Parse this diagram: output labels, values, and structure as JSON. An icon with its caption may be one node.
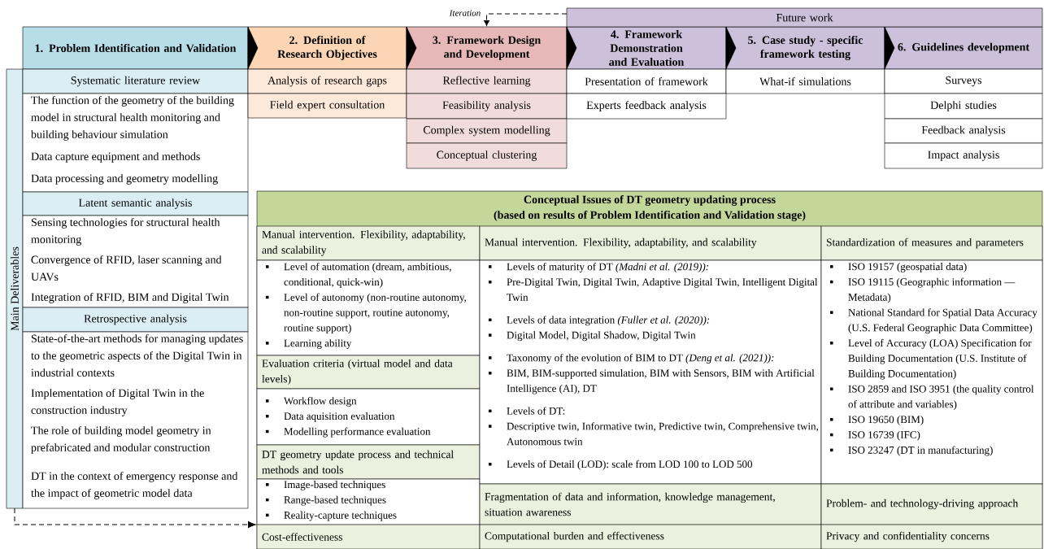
{
  "diagram": {
    "nodes": [
      {
        "text": [
          "1. Problem Identification and Validation"
        ]
      },
      {
        "text": [
          "2. Definition of Research Objectives"
        ]
      },
      {
        "text": [
          "3. Framework Design and Development"
        ]
      },
      {
        "text": [
          "4. Framework Demonstration and Evaluation"
        ]
      },
      {
        "text": [
          "5. Case study - specific framework testing"
        ]
      },
      {
        "text": [
          "6. Guidelines development"
        ]
      },
      {
        "text": [
          "Future work"
        ]
      },
      {
        "text": [
          "Main Deliverables"
        ]
      },
      {
        "text": [
          "Systematic literature review"
        ]
      },
      {
        "text": [
          "The function of the geometry of the building model in structural health monitoring and building behaviour simulation",
          "Data capture equipment and methods",
          "Data processing and geometry modelling"
        ]
      },
      {
        "text": [
          "Latent semantic analysis"
        ]
      },
      {
        "text": [
          "Sensing technologies for structural health monitoring",
          "Convergence of RFID, laser scanning and UAVs",
          "Integration of RFID, BIM and Digital Twin"
        ]
      },
      {
        "text": [
          "Retrospective analysis"
        ]
      },
      {
        "text": [
          "State-of-the-art methods for managing updates to the geometric aspects of the Digital Twin in industrial contexts",
          "Implementation of Digital Twin in the construction industry",
          "The role of building model geometry in prefabricated and modular construction",
          "DT in the context of emergency response and the impact of geometric model data"
        ]
      },
      {
        "text": [
          "Analysis of research gaps"
        ]
      },
      {
        "text": [
          "Field expert consultation"
        ]
      },
      {
        "text": [
          "Reflective learning"
        ]
      },
      {
        "text": [
          "Feasibility analysis"
        ]
      },
      {
        "text": [
          "Complex system modelling"
        ]
      },
      {
        "text": [
          "Conceptual clustering"
        ]
      },
      {
        "text": [
          "Presentation of framework"
        ]
      },
      {
        "text": [
          "Experts feedback analysis"
        ]
      },
      {
        "text": [
          "What-if simulations"
        ]
      },
      {
        "text": [
          "Surveys"
        ]
      },
      {
        "text": [
          "Delphi studies"
        ]
      },
      {
        "text": [
          "Feedback analysis"
        ]
      },
      {
        "text": [
          "Impact analysis"
        ]
      },
      {
        "text": [
          "Conceptual Issues of DT geometry updating process",
          "(based on results of Problem Identification and Validation stage)"
        ]
      },
      {
        "text": [
          "Manual intervention. Flexibility, adaptability, and scalability"
        ],
        "in": 27
      },
      {
        "text": [
          "Level of automation (dream, ambitious, conditional, quick-win)",
          "Level of autonomy (non-routine autonomy, non-routine support, routine autonomy, routine support)",
          "Learning ability"
        ],
        "in": 27
      },
      {
        "text": [
          "Evaluation criteria (virtual model and data levels)"
        ],
        "in": 27
      },
      {
        "text": [
          "Workflow design",
          "Data aquisition evaluation",
          "Modelling performance evaluation"
        ],
        "in": 27
      },
      {
        "text": [
          "DT geometry update process and technical methods and tools"
        ],
        "in": 27
      },
      {
        "text": [
          "Image-based techniques",
          "Range-based techniques",
          "Reality-capture techniques"
        ],
        "in": 27
      },
      {
        "text": [
          "Cost-effectiveness"
        ],
        "in": 27
      },
      {
        "text": [
          "Manual intervention. Flexibility, adaptability, and scalability"
        ],
        "in": 27
      },
      {
        "text": [
          "Levels of maturity of DT *(Madni et al. (2019)):*",
          "Pre-Digital Twin, Digital Twin, Adaptive Digital Twin, Intelligent Digital Twin",
          "Levels of data integration *(Fuller et al. (2020)):*",
          "Digital Model, Digital Shadow, Digital Twin",
          "Taxonomy of the evolution of BIM to DT *(Deng et al. (2021)):*",
          "BIM, BIM-supported simulation, BIM with Sensors, BIM with Artificial Intelligence (AI), DT",
          "Levels of DT:",
          "Descriptive twin, Informative twin, Predictive twin, Comprehensive twin, Autonomous twin",
          "Levels of Detail (LOD): scale from LOD 100 to LOD 500"
        ],
        "in": 27
      },
      {
        "text": [
          "Fragmentation of data and information, knowledge management, situation awareness"
        ],
        "in": 27
      },
      {
        "text": [
          "Computational burden and effectiveness"
        ],
        "in": 27
      },
      {
        "text": [
          "Standardization of measures and parameters"
        ],
        "in": 27
      },
      {
        "text": [
          "ISO 19157 (geospatial data)",
          "ISO 19115 (Geographic information — Metadata)",
          "National Standard for Spatial Data Accuracy (U.S. Federal Geographic Data Committee)",
          "Level of Accuracy (LOA) Specification for Building Documentation (U.S. Institute of Building Documentation)",
          "ISO 2859 and ISO 3951 (the quality control of attribute and variables)",
          "ISO 19650 (BIM)",
          "ISO 16739 (IFC)",
          "ISO 23247 (DT in manufacturing)"
        ],
        "in": 27
      },
      {
        "text": [
          "Problem- and technology-driving approach"
        ],
        "in": 27
      },
      {
        "text": [
          "Privacy and confidentiality concerns"
        ],
        "in": 27
      }
    ],
    "edges": [
      {
        "from": 0,
        "to": 1,
        "arrow": "to"
      },
      {
        "from": 1,
        "to": 2,
        "arrow": "to"
      },
      {
        "from": 2,
        "to": 3,
        "arrow": "to"
      },
      {
        "from": 3,
        "to": 4,
        "arrow": "to"
      },
      {
        "from": 4,
        "to": 5,
        "arrow": "to"
      },
      {
        "from": 6,
        "to": 2,
        "arrow": "to",
        "label": "Iteration",
        "style": "dashed"
      },
      {
        "from": 7,
        "to": 27,
        "arrow": "to",
        "style": "dashed"
      }
    ]
  }
}
